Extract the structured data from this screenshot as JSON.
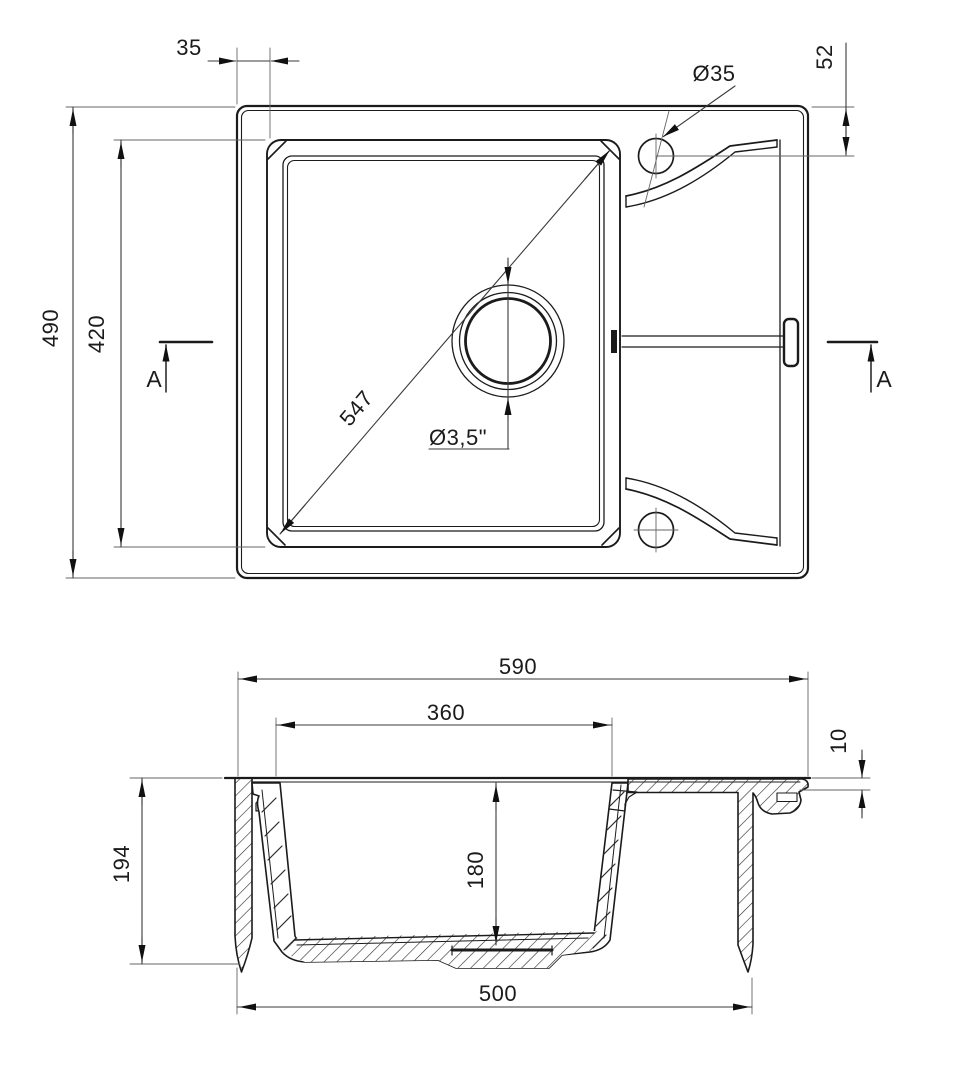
{
  "document": {
    "kind": "technical-drawing",
    "subject": "kitchen sink with drainer, plan view and section A-A",
    "units_implied": "mm",
    "colors": {
      "line": "#1b1b1b",
      "thin_line": "#555555",
      "background": "#ffffff"
    }
  },
  "top_view": {
    "dim_35": "35",
    "dim_faucet_hole": "Ø35",
    "dim_52": "52",
    "dim_490": "490",
    "dim_420": "420",
    "dim_547": "547",
    "dim_drain": "Ø3,5\"",
    "section_label_left": "A",
    "section_label_right": "A"
  },
  "section_view": {
    "dim_590": "590",
    "dim_360": "360",
    "dim_10": "10",
    "dim_194": "194",
    "dim_180": "180",
    "dim_500": "500"
  }
}
